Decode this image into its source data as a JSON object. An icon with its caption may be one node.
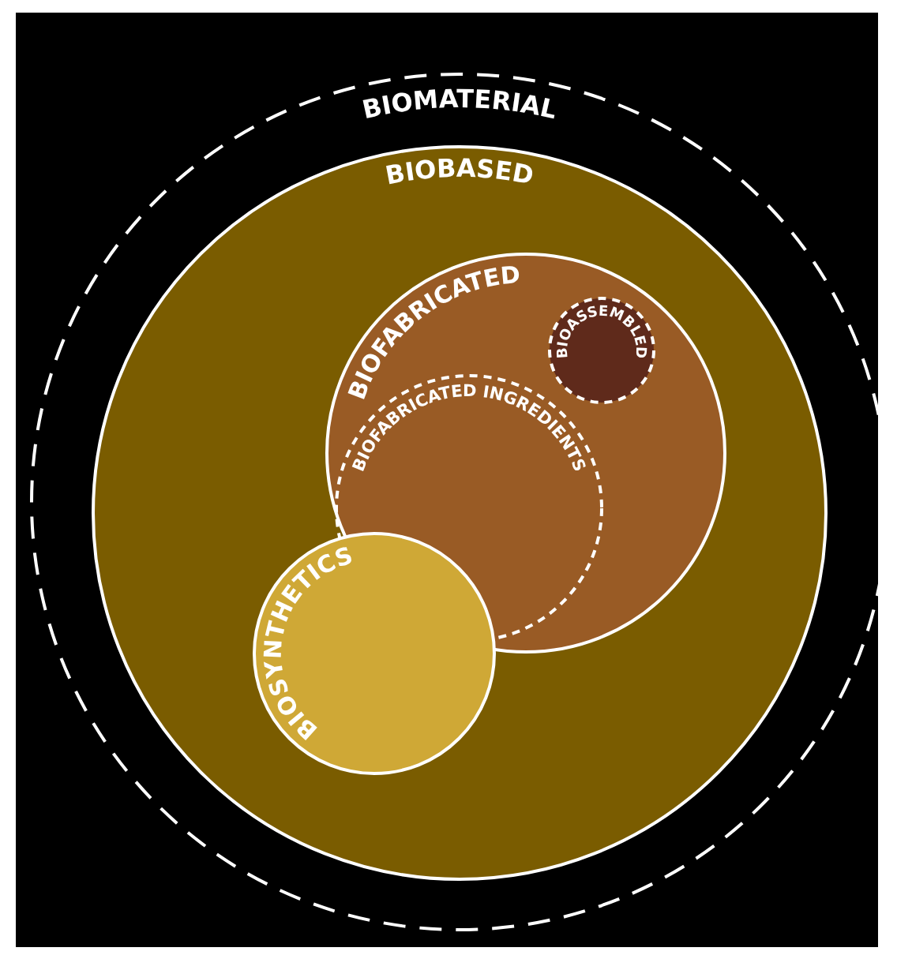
{
  "diagram": {
    "nodes": [
      {
        "text": [
          "BIOMATERIAL"
        ]
      },
      {
        "text": [
          "BIOBASED"
        ],
        "in": 0
      },
      {
        "text": [
          "BIOFABRICATED"
        ],
        "in": 1
      },
      {
        "text": [
          "BIOASSEMBLED"
        ],
        "in": 2
      },
      {
        "text": [
          "BIOFABRICATED INGREDIENTS"
        ],
        "in": 2
      },
      {
        "text": [
          "BIOSYNTHETICS"
        ],
        "in": 1
      }
    ],
    "edges": []
  }
}
